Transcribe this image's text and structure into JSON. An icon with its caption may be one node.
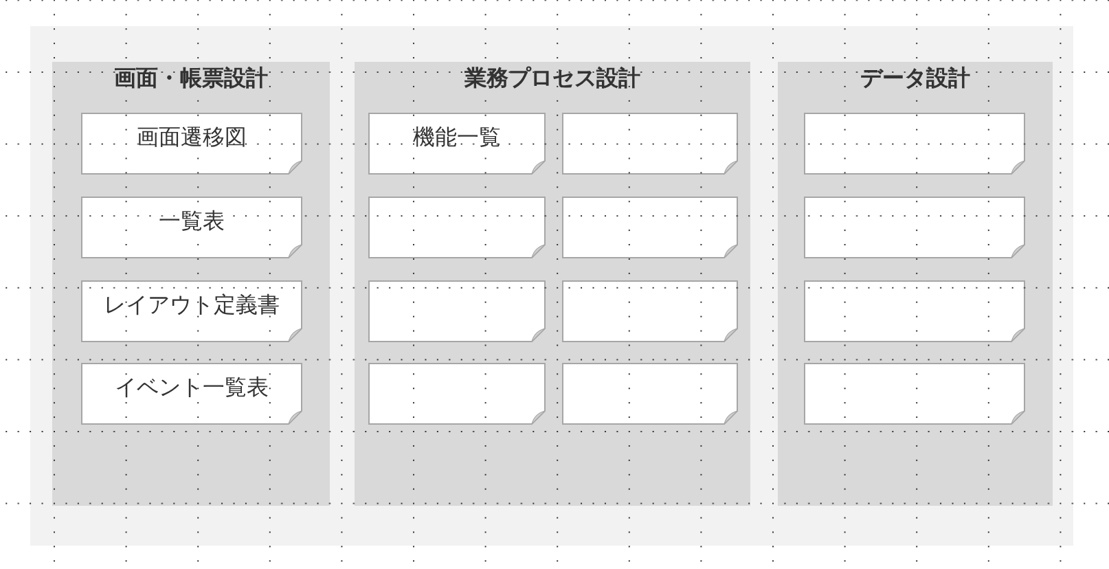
{
  "diagram": {
    "nodes": [
      {
        "text": [],
        "shape": "box"
      },
      {
        "text": [
          "画面・帳票設計"
        ],
        "in": 0
      },
      {
        "text": [
          "画面遷移図"
        ],
        "in": 1
      },
      {
        "text": [
          "一覧表"
        ],
        "in": 1
      },
      {
        "text": [
          "レイアウト定義書"
        ],
        "in": 1
      },
      {
        "text": [
          "イベント一覧表"
        ],
        "in": 1
      },
      {
        "text": [
          "業務プロセス設計"
        ],
        "in": 0
      },
      {
        "text": [
          "機能一覧"
        ],
        "in": 6
      },
      {
        "text": [],
        "shape": "note",
        "in": 6
      },
      {
        "text": [],
        "shape": "note",
        "in": 6
      },
      {
        "text": [],
        "shape": "note",
        "in": 6
      },
      {
        "text": [],
        "shape": "note",
        "in": 6
      },
      {
        "text": [],
        "shape": "note",
        "in": 6
      },
      {
        "text": [],
        "shape": "note",
        "in": 6
      },
      {
        "text": [],
        "shape": "note",
        "in": 6
      },
      {
        "text": [
          "データ設計"
        ],
        "in": 0
      },
      {
        "text": [],
        "shape": "note",
        "in": 15
      },
      {
        "text": [],
        "shape": "note",
        "in": 15
      },
      {
        "text": [],
        "shape": "note",
        "in": 15
      },
      {
        "text": [],
        "shape": "note",
        "in": 15
      }
    ]
  }
}
